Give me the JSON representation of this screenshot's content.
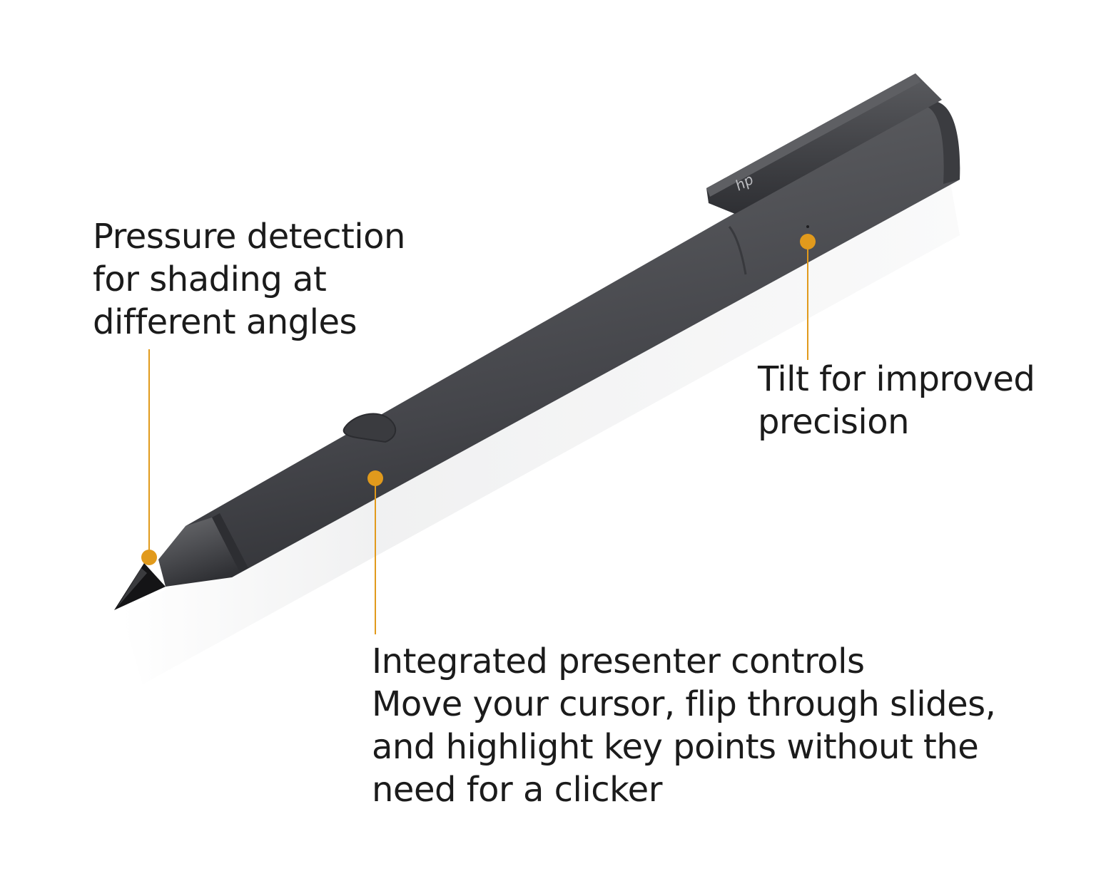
{
  "brand": {
    "logo_text": "hp"
  },
  "colors": {
    "accent": "#e19a1c",
    "pen_body": "#4d4e50",
    "pen_dark": "#2a2b2d",
    "text": "#1b1b1b",
    "background": "#ffffff"
  },
  "callouts": {
    "pressure": {
      "lines": [
        "Pressure detection",
        "for shading at",
        "different angles"
      ]
    },
    "tilt": {
      "lines": [
        "Tilt for improved",
        "precision"
      ]
    },
    "presenter": {
      "lines": [
        "Integrated presenter controls",
        "Move your cursor, flip through slides,",
        "and highlight key points without the",
        "need for a clicker"
      ]
    }
  }
}
